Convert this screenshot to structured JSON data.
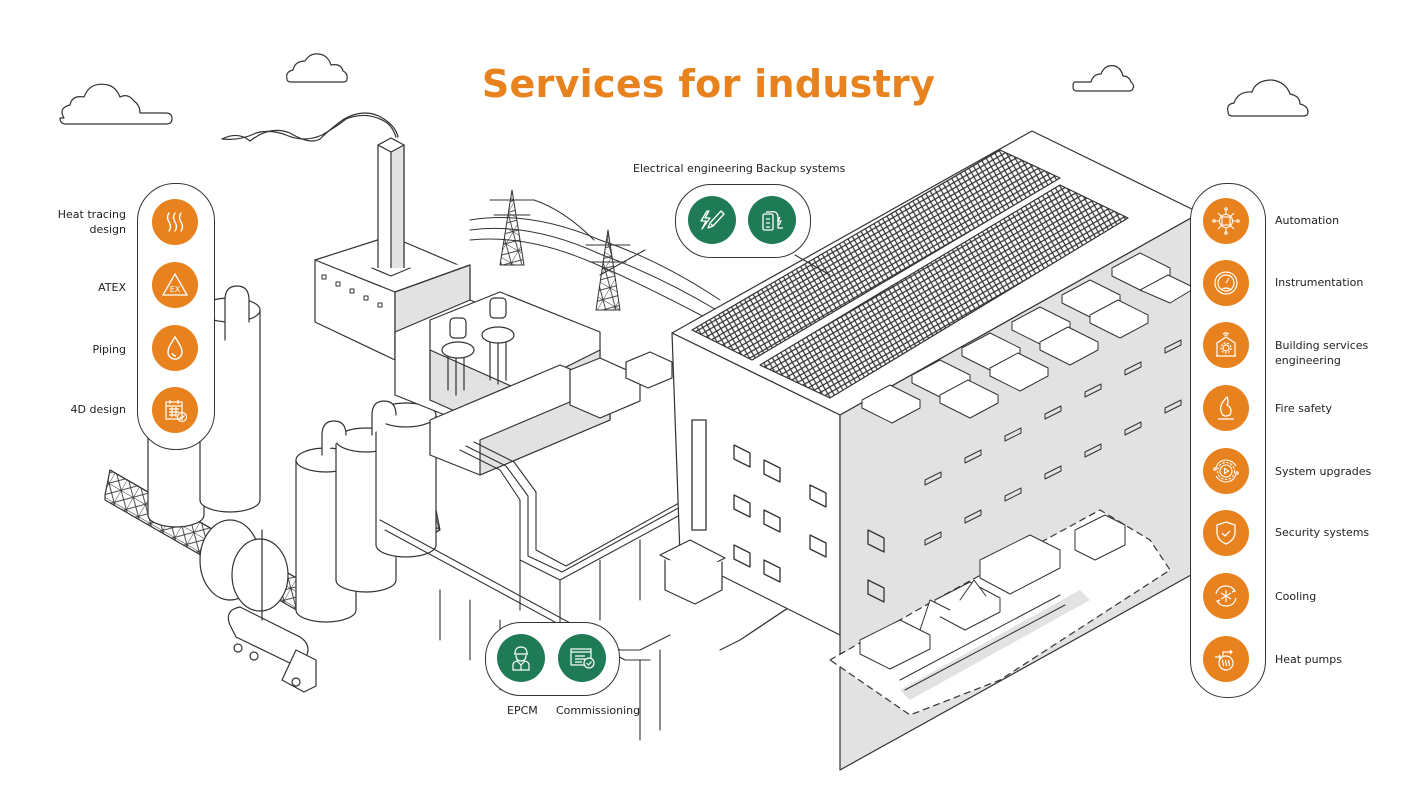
{
  "title": "Services for industry",
  "colors": {
    "accent_orange": "#e8821e",
    "accent_green": "#1f7a56",
    "line": "#333333",
    "shade": "#e2e2e2"
  },
  "left_services": [
    {
      "label": "Heat tracing design",
      "icon": "heat-waves-icon"
    },
    {
      "label": "ATEX",
      "icon": "ex-warning-triangle-icon"
    },
    {
      "label": "Piping",
      "icon": "water-drop-icon"
    },
    {
      "label": "4D design",
      "icon": "calendar-check-icon"
    }
  ],
  "top_services": [
    {
      "label": "Electrical engineering",
      "icon": "lightning-pencil-icon"
    },
    {
      "label": "Backup systems",
      "icon": "battery-charge-icon"
    }
  ],
  "bottom_services": [
    {
      "label": "EPCM",
      "icon": "engineer-hardhat-icon"
    },
    {
      "label": "Commissioning",
      "icon": "checklist-window-icon"
    }
  ],
  "right_services": [
    {
      "label": "Automation",
      "icon": "chip-network-icon"
    },
    {
      "label": "Instrumentation",
      "icon": "gauge-icon"
    },
    {
      "label": "Building services engineering",
      "icon": "smart-building-gear-icon"
    },
    {
      "label": "Fire safety",
      "icon": "flame-icon"
    },
    {
      "label": "System upgrades",
      "icon": "gear-play-cycle-icon"
    },
    {
      "label": "Security systems",
      "icon": "shield-check-icon"
    },
    {
      "label": "Cooling",
      "icon": "snowflake-cycle-icon"
    },
    {
      "label": "Heat pumps",
      "icon": "heat-pump-icon"
    }
  ]
}
